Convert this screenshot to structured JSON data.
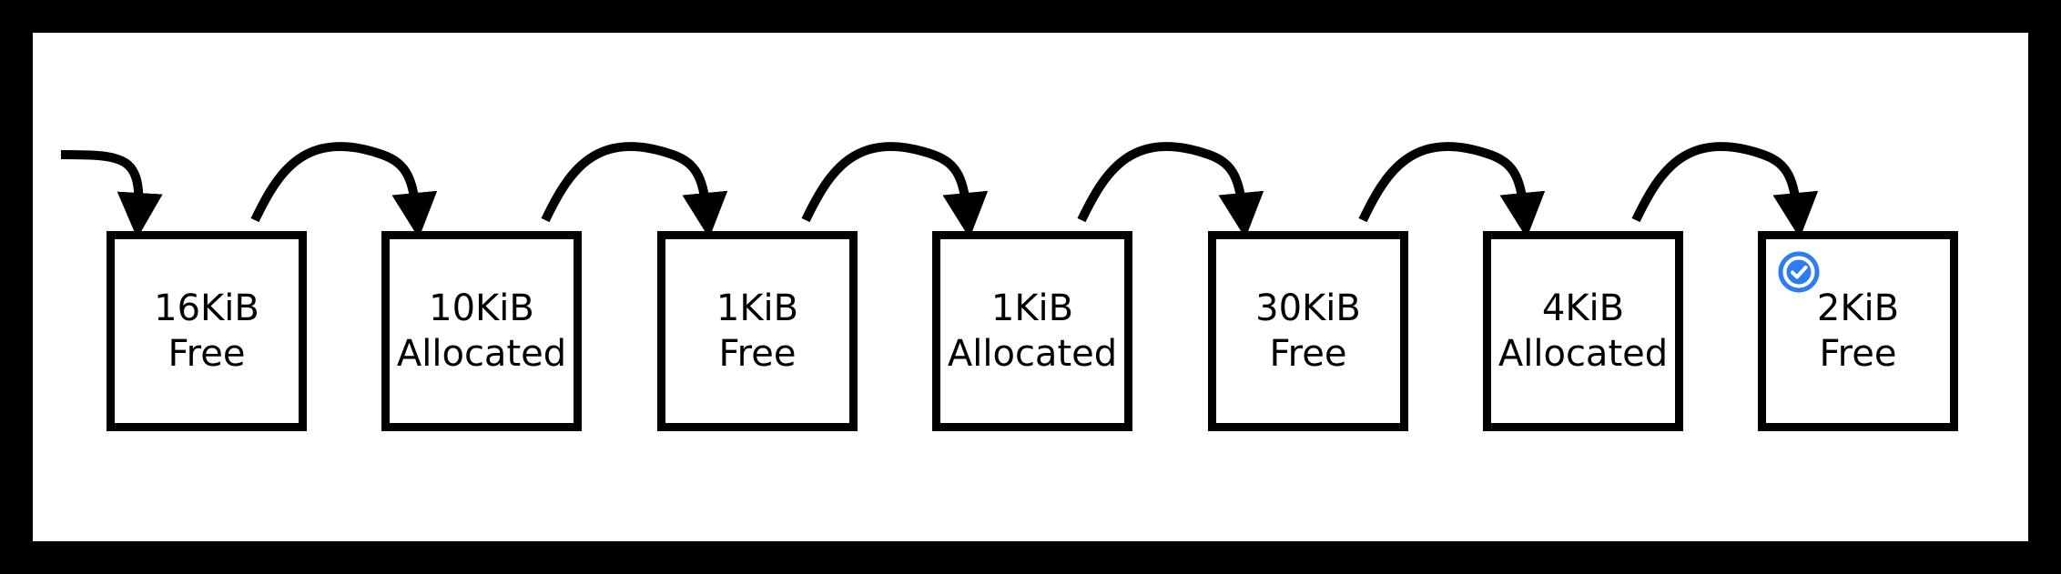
{
  "blocks": [
    {
      "size": "16KiB",
      "status": "Free"
    },
    {
      "size": "10KiB",
      "status": "Allocated"
    },
    {
      "size": "1KiB",
      "status": "Free"
    },
    {
      "size": "1KiB",
      "status": "Allocated"
    },
    {
      "size": "30KiB",
      "status": "Free"
    },
    {
      "size": "4KiB",
      "status": "Allocated"
    },
    {
      "size": "2KiB",
      "status": "Free",
      "selected": true
    }
  ],
  "selected_icon": "check-circle-icon",
  "colors": {
    "frame": "#000000",
    "block_border": "#000000",
    "arrow": "#000000",
    "check": "#2f7cf0"
  }
}
